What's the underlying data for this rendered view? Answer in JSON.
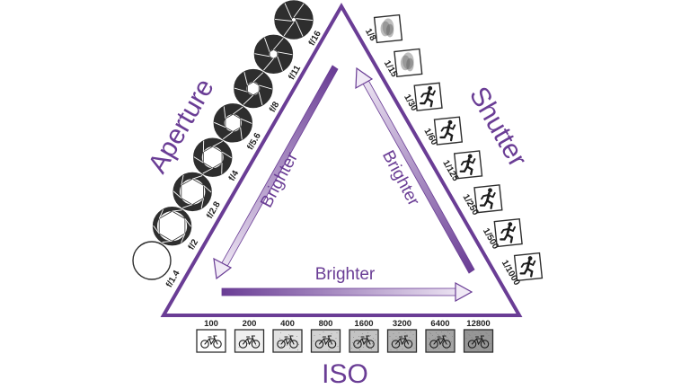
{
  "colors": {
    "accent": "#6a3d95",
    "accent_light": "#f3eef8",
    "text": "#222222"
  },
  "triangle": {
    "aperture_title": "Aperture",
    "shutter_title": "Shutter",
    "iso_title": "ISO",
    "arrow_left_label": "Brighter",
    "arrow_right_label": "Brighter",
    "arrow_bottom_label": "Brighter"
  },
  "aperture": {
    "stops": [
      "f/1.4",
      "f/2",
      "f/2.8",
      "f/4",
      "f/5.6",
      "f/8",
      "f/11",
      "f/16"
    ],
    "icon": "aperture-blade-icon"
  },
  "shutter": {
    "speeds": [
      "1/8",
      "1/15",
      "1/30",
      "1/60",
      "1/125",
      "1/250",
      "1/500",
      "1/1000"
    ],
    "icons": [
      "blurred-runner-icon",
      "blurred-runner-icon",
      "runner-icon",
      "runner-icon",
      "runner-icon",
      "runner-icon",
      "runner-icon",
      "runner-icon"
    ]
  },
  "iso": {
    "values": [
      "100",
      "200",
      "400",
      "800",
      "1600",
      "3200",
      "6400",
      "12800"
    ],
    "icon": "bicycle-icon"
  }
}
